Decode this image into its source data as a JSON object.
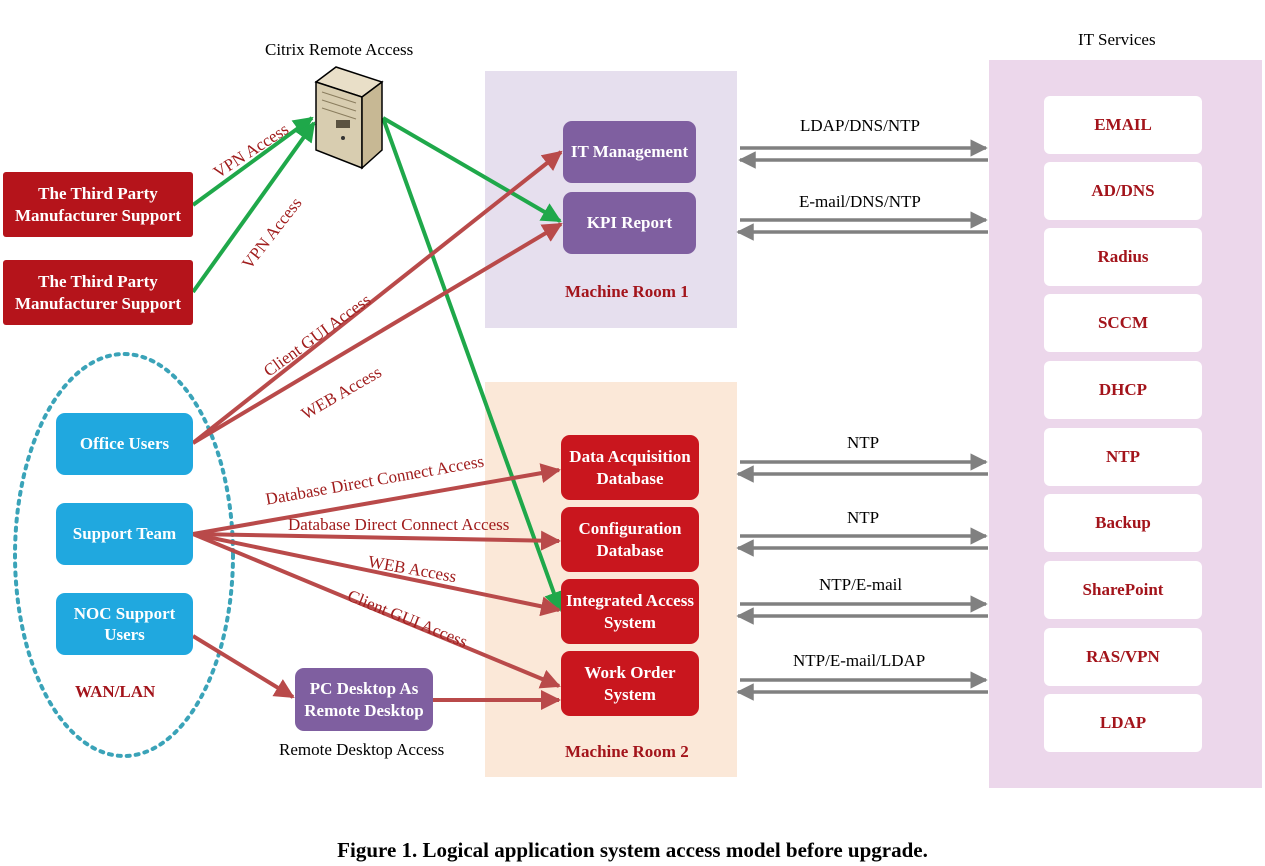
{
  "citrix": {
    "label": "Citrix Remote Access",
    "icon": "server-icon"
  },
  "it_services": {
    "title": "IT Services",
    "items": [
      "EMAIL",
      "AD/DNS",
      "Radius",
      "SCCM",
      "DHCP",
      "NTP",
      "Backup",
      "SharePoint",
      "RAS/VPN",
      "LDAP"
    ]
  },
  "third_party": {
    "box1": "The Third Party Manufacturer Support",
    "box2": "The Third Party Manufacturer Support"
  },
  "wan": {
    "label": "WAN/LAN",
    "office": "Office Users",
    "support": "Support Team",
    "noc": "NOC Support Users"
  },
  "machine_room_1": {
    "label": "Machine Room 1",
    "it_management": "IT Management",
    "kpi_report": "KPI Report"
  },
  "machine_room_2": {
    "label": "Machine Room 2",
    "data_acquisition": "Data Acquisition Database",
    "configuration": "Configuration Database",
    "integrated_access": "Integrated Access System",
    "work_order": "Work Order System"
  },
  "pc_desktop": {
    "label": "PC Desktop As Remote Desktop",
    "caption": "Remote Desktop Access"
  },
  "links": {
    "vpn1": "VPN Access",
    "vpn2": "VPN Access",
    "client_gui_1": "Client GUI Access",
    "web_1": "WEB Access",
    "db_direct_1": "Database Direct Connect Access",
    "db_direct_2": "Database Direct Connect Access",
    "web_2": "WEB Access",
    "client_gui_2": "Client GUI Access"
  },
  "protocols": [
    "LDAP/DNS/NTP",
    "E-mail/DNS/NTP",
    "NTP",
    "NTP",
    "NTP/E-mail",
    "NTP/E-mail/LDAP"
  ],
  "caption": "Figure 1. Logical application system access model before upgrade.",
  "colors": {
    "green_arrow": "#1fa84a",
    "red_arrow": "#b94a4a",
    "gray_arrow": "#808080",
    "room1_bg": "#e6dfee",
    "room2_bg": "#fbe8d8",
    "it_bg": "#ecd7eb",
    "dotted": "#3aa3b8"
  }
}
